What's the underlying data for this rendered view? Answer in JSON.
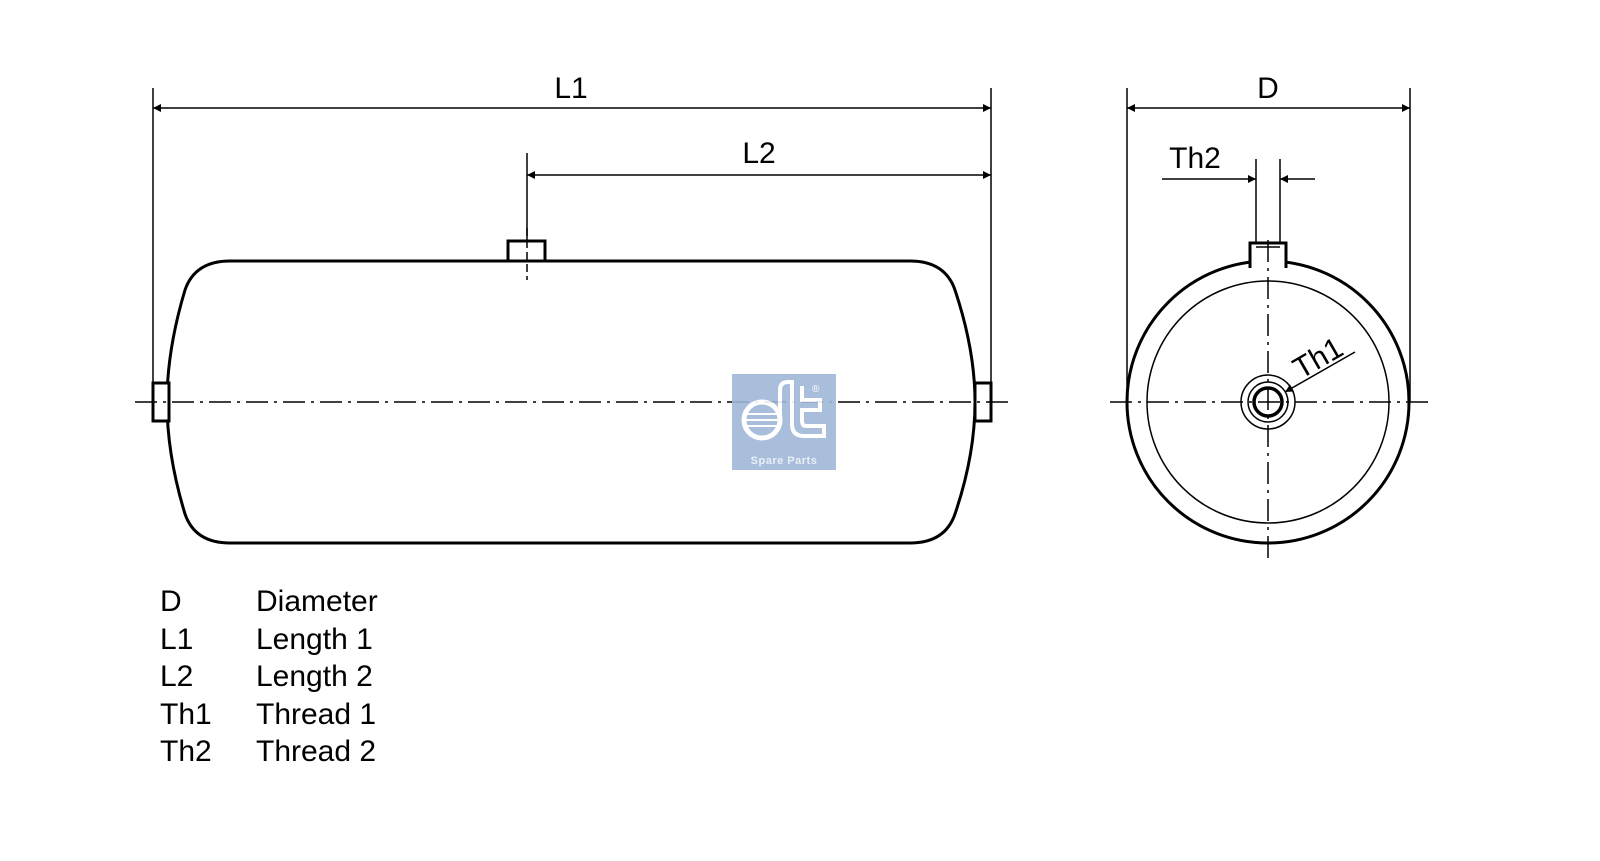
{
  "drawing": {
    "title": "Air tank technical drawing",
    "dimensions": {
      "L1": "L1",
      "L2": "L2",
      "D": "D",
      "Th1": "Th1",
      "Th2": "Th2"
    }
  },
  "logo": {
    "brand": "dt",
    "subtitle": "Spare Parts",
    "registered": "®",
    "color": "#9fb8d8"
  },
  "legend": [
    {
      "symbol": "D",
      "meaning": "Diameter"
    },
    {
      "symbol": "L1",
      "meaning": "Length 1"
    },
    {
      "symbol": "L2",
      "meaning": "Length 2"
    },
    {
      "symbol": "Th1",
      "meaning": "Thread 1"
    },
    {
      "symbol": "Th2",
      "meaning": "Thread 2"
    }
  ]
}
